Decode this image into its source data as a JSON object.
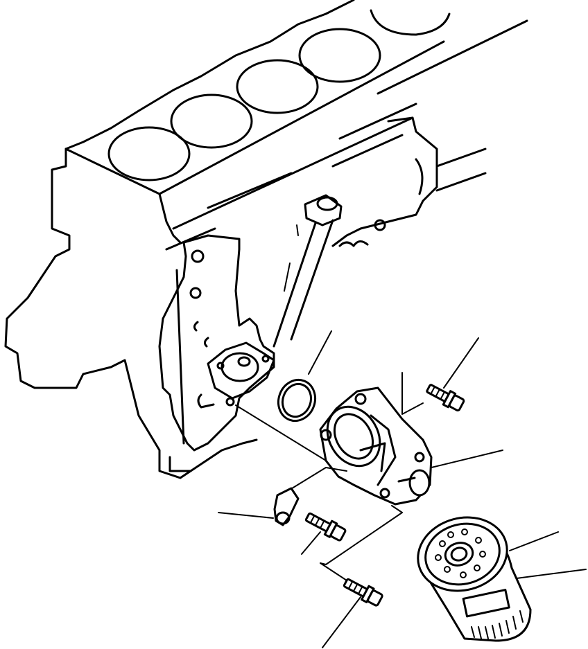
{
  "diagram": {
    "parts": [
      {
        "id": "engine-block"
      },
      {
        "id": "gasket"
      },
      {
        "id": "o-ring"
      },
      {
        "id": "filter-head"
      },
      {
        "id": "bolt-upper"
      },
      {
        "id": "bolt-middle"
      },
      {
        "id": "bolt-lower"
      },
      {
        "id": "elbow-fitting"
      },
      {
        "id": "oil-filter"
      }
    ],
    "colors": {
      "line": "#000000",
      "background": "#ffffff"
    }
  }
}
